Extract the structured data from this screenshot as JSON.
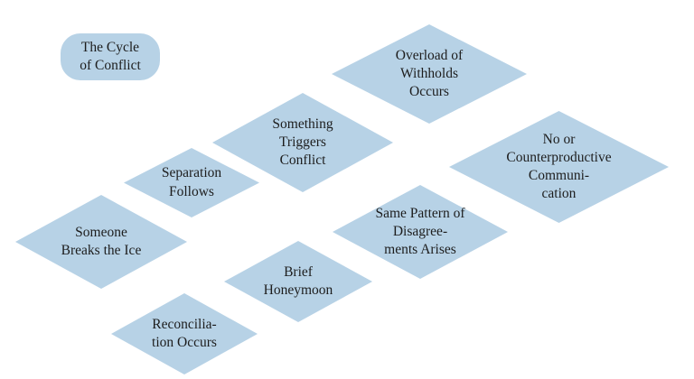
{
  "diagram": {
    "title_box": {
      "text": "The Cycle\nof Conflict"
    },
    "palette": {
      "node_fill": "#b7d2e6",
      "text_color": "#1d1d1d",
      "background": "#ffffff"
    },
    "nodes": [
      {
        "id": "overload-of-withholds-occurs",
        "text": "Overload of\nWithholds\nOccurs",
        "font_size": "15.5px"
      },
      {
        "id": "no-or-counterproductive-communication",
        "text": "No or\nCounterproductive\nCommuni-\ncation",
        "font_size": "15.5px"
      },
      {
        "id": "something-triggers-conflict",
        "text": "Something\nTriggers\nConflict",
        "font_size": "15.5px"
      },
      {
        "id": "separation-follows",
        "text": "Separation\nFollows",
        "font_size": "15.5px"
      },
      {
        "id": "someone-breaks-the-ice",
        "text": "Someone\nBreaks the Ice",
        "font_size": "15.5px"
      },
      {
        "id": "same-pattern-of-disagreements-arises",
        "text": "Same Pattern of\nDisagree-\nments Arises",
        "font_size": "15.5px"
      },
      {
        "id": "brief-honeymoon",
        "text": "Brief\nHoneymoon",
        "font_size": "15.5px"
      },
      {
        "id": "reconciliation-occurs",
        "text": "Reconcilia-\ntion Occurs",
        "font_size": "15.5px"
      }
    ]
  }
}
